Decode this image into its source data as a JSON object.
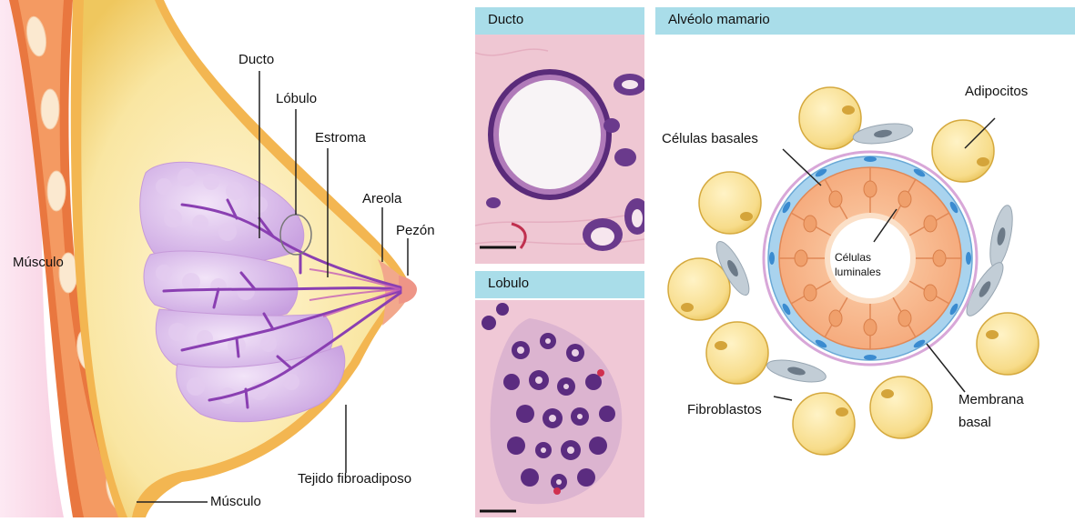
{
  "anatomy": {
    "labels": {
      "ducto": "Ducto",
      "lobulo": "Lóbulo",
      "estroma": "Estroma",
      "areola": "Areola",
      "pezon": "Pezón",
      "musculo_left": "Músculo",
      "musculo_bottom": "Músculo",
      "tejido": "Tejido fibroadiposo"
    }
  },
  "histology": {
    "ducto_header": "Ducto",
    "lobulo_header": "Lobulo"
  },
  "alveolo": {
    "header": "Alvéolo mamario",
    "labels": {
      "adipocitos": "Adipocitos",
      "basales": "Células basales",
      "luminales_1": "Células",
      "luminales_2": "luminales",
      "fibroblastos": "Fibroblastos",
      "membrana_1": "Membrana",
      "membrana_2": "basal"
    }
  },
  "colors": {
    "header_bg": "#a9dde9",
    "muscle": "#e9773f",
    "fat": "#f6dd84",
    "lobule": "#c9a0e0",
    "duct": "#8a3fb2",
    "luminal": "#f7b47f",
    "basal": "#8fc6ea",
    "adipocyte": "#f7dc8a",
    "fibroblast": "#c2cdd6"
  }
}
